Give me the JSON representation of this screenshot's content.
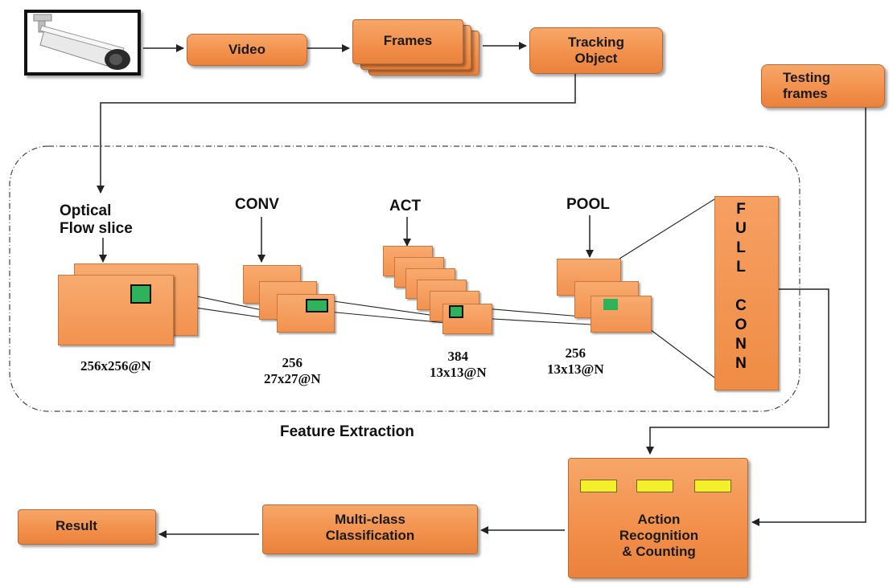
{
  "nodes": {
    "video": "Video",
    "frames": "Frames",
    "tracking_object": "Tracking\nObject",
    "testing_frames": "Testing\nframes",
    "action_recognition": "Action\nRecognition\n& Counting",
    "multi_class": "Multi-class\nClassification",
    "result": "Result"
  },
  "feature_extraction": {
    "title": "Feature Extraction",
    "optical_flow_label": "Optical\nFlow slice",
    "conv_label": "CONV",
    "act_label": "ACT",
    "pool_label": "POOL",
    "full_conn_letters": [
      "F",
      "U",
      "L",
      "L",
      "",
      "C",
      "O",
      "N",
      "N"
    ],
    "dims": {
      "input": "256x256@N",
      "conv": "256\n27x27@N",
      "act": "384\n13x13@N",
      "pool": "256\n13x13@N"
    }
  },
  "icons": {
    "camera": "security-camera-icon"
  },
  "colors": {
    "box_fill": "#f28f4a",
    "box_border": "#b96a32",
    "kernel_green": "#2fb35a",
    "neuron_yellow": "#f3ef2a"
  }
}
